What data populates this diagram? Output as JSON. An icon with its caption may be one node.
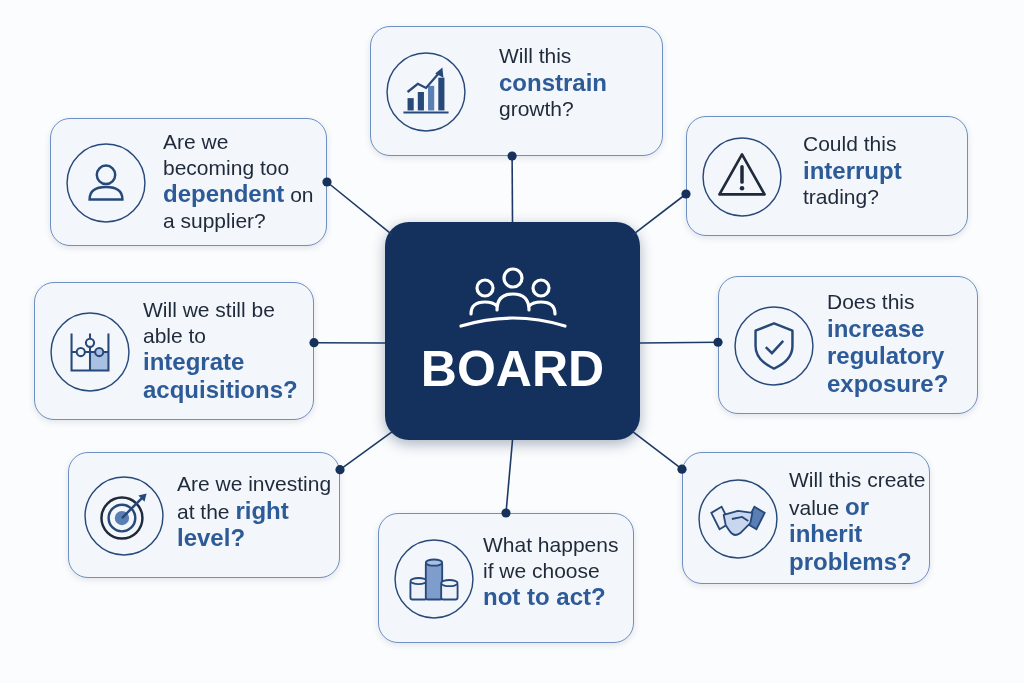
{
  "diagram": {
    "nodes": [
      {
        "text": [
          "BOARD"
        ]
      },
      {
        "text": [
          "Will this **constrain** growth?"
        ]
      },
      {
        "text": [
          "Are we becoming too **dependent** on a supplier?"
        ]
      },
      {
        "text": [
          "Could this **interrupt** trading?"
        ]
      },
      {
        "text": [
          "Will we still be able to **integrate acquisitions?**"
        ]
      },
      {
        "text": [
          "Does this **increase regulatory exposure?**"
        ]
      },
      {
        "text": [
          "Are we investing at the **right level?**"
        ]
      },
      {
        "text": [
          "What happens if we choose **not to act?**"
        ]
      },
      {
        "text": [
          "Will this create value **or inherit problems?**"
        ]
      }
    ],
    "edges": [
      {
        "from": 0,
        "to": 1,
        "arrow": "other"
      },
      {
        "from": 0,
        "to": 2,
        "arrow": "other"
      },
      {
        "from": 0,
        "to": 3,
        "arrow": "other"
      },
      {
        "from": 0,
        "to": 4,
        "arrow": "other"
      },
      {
        "from": 0,
        "to": 5,
        "arrow": "other"
      },
      {
        "from": 0,
        "to": 6,
        "arrow": "other"
      },
      {
        "from": 0,
        "to": 7,
        "arrow": "other"
      },
      {
        "from": 0,
        "to": 8,
        "arrow": "other"
      }
    ]
  }
}
